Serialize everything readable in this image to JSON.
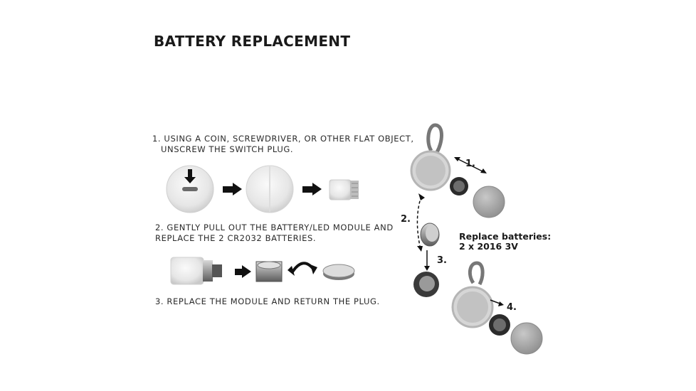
{
  "title": "BATTERY REPLACEMENT",
  "steps": [
    {
      "line1": "1. USING A COIN, SCREWDRIVER, OR OTHER FLAT OBJECT,",
      "line2": "UNSCREW THE SWITCH PLUG."
    },
    {
      "line1": "2. GENTLY PULL OUT THE BATTERY/LED MODULE AND",
      "line2": "REPLACE THE 2 CR2032 BATTERIES."
    },
    {
      "line1": "3. REPLACE THE MODULE AND RETURN THE PLUG."
    }
  ],
  "diagram": {
    "labels": [
      "1.",
      "2.",
      "3.",
      "4."
    ],
    "note_line1": "Replace batteries:",
    "note_line2": "2 x 2016 3V"
  },
  "icons": [
    "switch-plug-icon",
    "down-arrow-icon",
    "right-arrow-icon",
    "swap-arrow-icon",
    "battery-icon",
    "led-module-icon",
    "clip-light-icon"
  ]
}
